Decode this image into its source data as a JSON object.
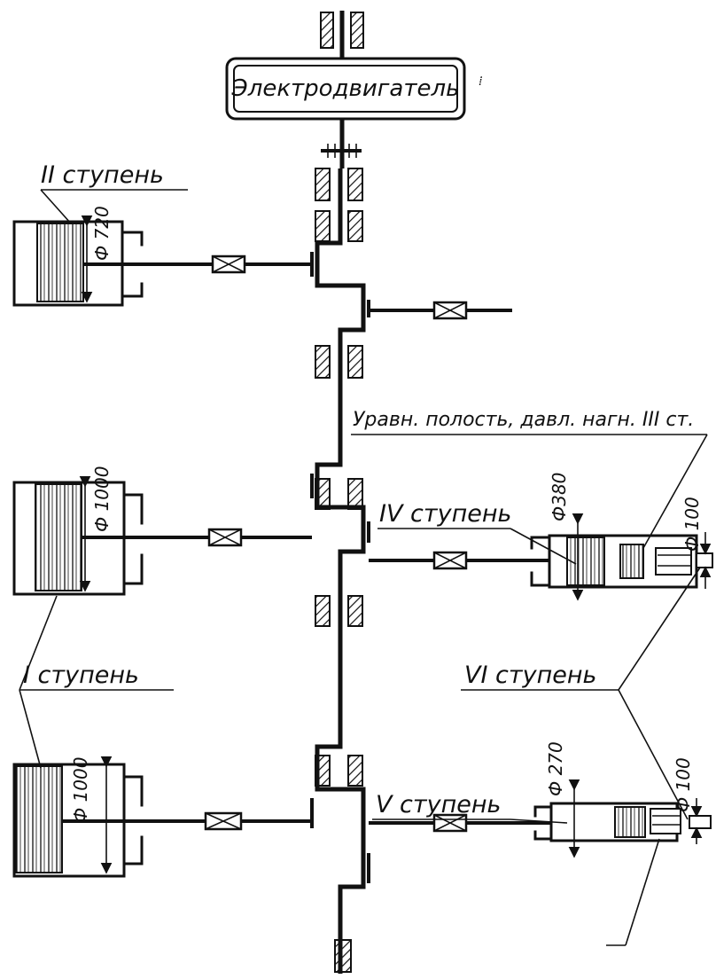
{
  "motor": {
    "label": "Электродвигатель"
  },
  "stages": {
    "stage_1": {
      "label": "I ступень",
      "dia_top": "Ф 1000",
      "dia_bottom": "Ф 1000"
    },
    "stage_2": {
      "label": "II ступень",
      "dia": "Ф 720"
    },
    "stage_4": {
      "label": "IV ступень",
      "dia": "Ф380",
      "dia_small": "Ф 100"
    },
    "stage_5": {
      "label": "V ступень",
      "dia": "Ф 270",
      "dia_small": "Ф 100"
    },
    "stage_6": {
      "label": "VI ступень"
    }
  },
  "note_equalizing": "Уравн. полость, давл. нагн. III ст."
}
